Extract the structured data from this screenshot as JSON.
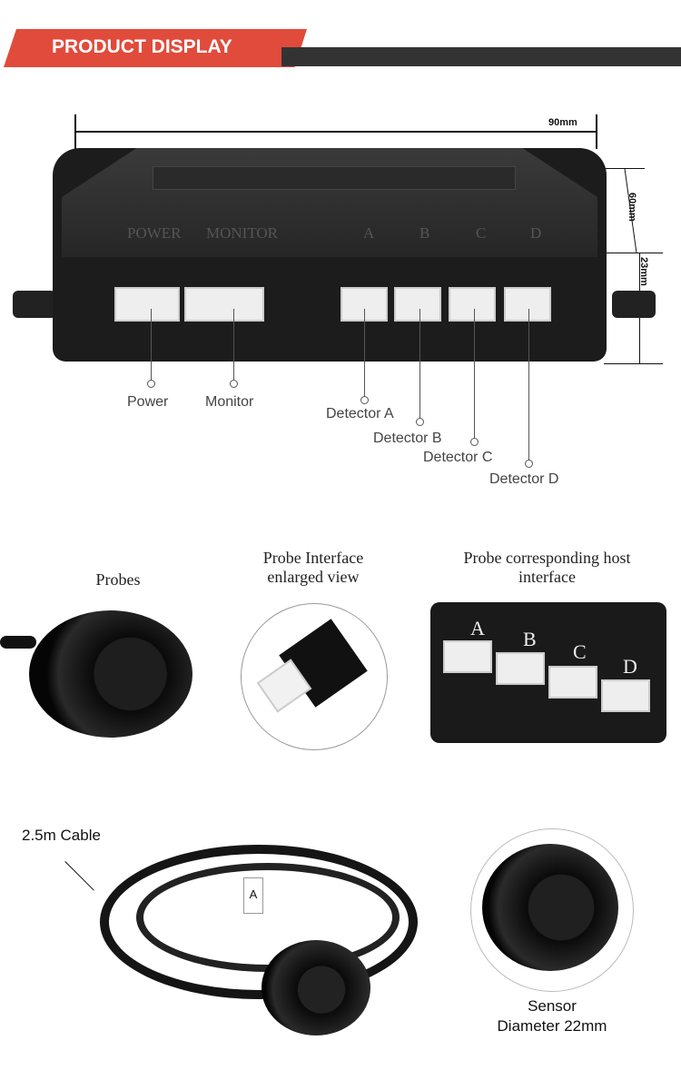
{
  "banner": {
    "title": "PRODUCT DISPLAY",
    "accent": "#e14b3b",
    "dark": "#333333"
  },
  "dimensions": {
    "width": "90mm",
    "depth": "60mm",
    "height": "23mm"
  },
  "host_embossed": [
    "POWER",
    "MONITOR",
    "A",
    "B",
    "C",
    "D"
  ],
  "callouts": [
    "Power",
    "Monitor",
    "Detector A",
    "Detector B",
    "Detector C",
    "Detector D"
  ],
  "panels": {
    "probes": "Probes",
    "interface": "Probe Interface enlarged view",
    "host": "Probe corresponding host interface",
    "host_letters": [
      "A",
      "B",
      "C",
      "D"
    ]
  },
  "cable": {
    "label": "2.5m Cable",
    "tag": "A"
  },
  "sensor": {
    "line1": "Sensor",
    "line2": "Diameter 22mm"
  }
}
